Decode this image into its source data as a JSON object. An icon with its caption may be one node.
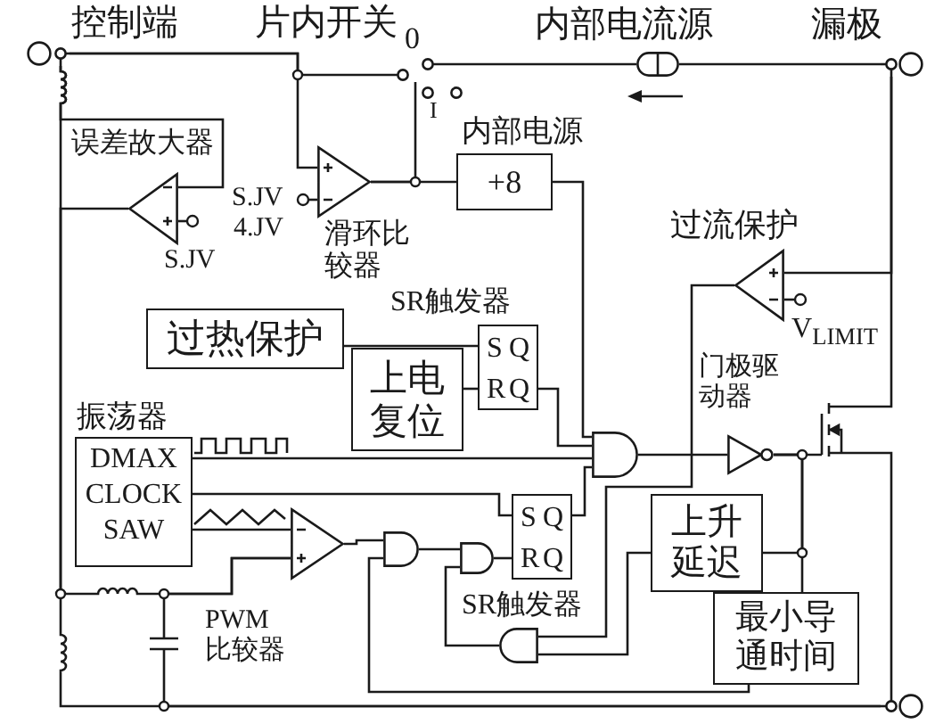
{
  "diagram": {
    "nodes": [
      {
        "text": [],
        "shape": "circle",
        "beside": [
          "控制端"
        ]
      },
      {
        "text": [],
        "shape": "switch",
        "beside": [
          "片内开关",
          "0",
          "I"
        ]
      },
      {
        "text": [],
        "shape": "oval",
        "beside": [
          "内部电流源"
        ]
      },
      {
        "text": [],
        "shape": "circle",
        "beside": [
          "漏极"
        ]
      },
      {
        "text": [],
        "shape": "triangle",
        "beside": [
          "误差故大器"
        ]
      },
      {
        "text": [],
        "shape": "triangle",
        "beside": [
          "滑环比较器"
        ]
      },
      {
        "text": [
          "内部电源",
          "+8"
        ]
      },
      {
        "text": [],
        "shape": "triangle",
        "beside": [
          "过流保护"
        ]
      },
      {
        "text": [
          "过热保护"
        ]
      },
      {
        "text": [
          "S",
          "Q",
          "R",
          "Q"
        ],
        "beside": [
          "SR触发器"
        ]
      },
      {
        "text": [
          "上电复位"
        ]
      },
      {
        "text": [
          "振荡器",
          "DMAX",
          "CLOCK",
          "SAW"
        ]
      },
      {
        "text": [],
        "shape": "gate"
      },
      {
        "text": [],
        "shape": "triangle",
        "beside": [
          "门极驱动器"
        ]
      },
      {
        "text": [],
        "shape": "transistor"
      },
      {
        "text": [],
        "shape": "triangle",
        "beside": [
          "PWM比较器"
        ]
      },
      {
        "text": [
          "S",
          "Q",
          "R",
          "Q"
        ],
        "beside": [
          "SR触发器"
        ]
      },
      {
        "text": [],
        "shape": "gate"
      },
      {
        "text": [],
        "shape": "gate"
      },
      {
        "text": [
          "上升延迟"
        ]
      },
      {
        "text": [],
        "shape": "gate"
      },
      {
        "text": [
          "最小导通时间"
        ]
      },
      {
        "text": [],
        "shape": "capacitor"
      },
      {
        "text": [],
        "shape": "circle"
      }
    ],
    "edges": [
      {
        "from": 0,
        "to": 5,
        "arrow": "none"
      },
      {
        "from": 0,
        "to": 4,
        "arrow": "none"
      },
      {
        "from": 4,
        "to": 15,
        "arrow": "none"
      },
      {
        "from": 5,
        "to": 6,
        "arrow": "none"
      },
      {
        "from": 8,
        "to": 9,
        "arrow": "none"
      },
      {
        "from": 10,
        "to": 9,
        "arrow": "none"
      },
      {
        "from": 6,
        "to": 12,
        "arrow": "none"
      },
      {
        "from": 9,
        "to": 12,
        "arrow": "none"
      },
      {
        "from": 11,
        "to": 12,
        "arrow": "none"
      },
      {
        "from": 11,
        "to": 16,
        "arrow": "none"
      },
      {
        "from": 16,
        "to": 12,
        "arrow": "none"
      },
      {
        "from": 11,
        "to": 15,
        "arrow": "none"
      },
      {
        "from": 15,
        "to": 17,
        "arrow": "none"
      },
      {
        "from": 17,
        "to": 18,
        "arrow": "none"
      },
      {
        "from": 18,
        "to": 16,
        "arrow": "none"
      },
      {
        "from": 12,
        "to": 13,
        "arrow": "none"
      },
      {
        "from": 13,
        "to": 14,
        "arrow": "none"
      },
      {
        "from": 13,
        "to": 19,
        "arrow": "none"
      },
      {
        "from": 13,
        "to": 21,
        "arrow": "none"
      },
      {
        "from": 7,
        "to": 20,
        "arrow": "none"
      },
      {
        "from": 19,
        "to": 20,
        "arrow": "none"
      },
      {
        "from": 20,
        "to": 18,
        "arrow": "none"
      },
      {
        "from": 21,
        "to": 17,
        "arrow": "none"
      },
      {
        "from": 3,
        "to": 2,
        "arrow": "none"
      },
      {
        "from": 3,
        "to": 7,
        "arrow": "none"
      },
      {
        "from": 3,
        "to": 14,
        "arrow": "none"
      },
      {
        "from": 14,
        "to": 23,
        "arrow": "none"
      },
      {
        "from": 0,
        "to": 1,
        "arrow": "none"
      },
      {
        "from": 2,
        "to": 1,
        "arrow": "none"
      },
      {
        "from": 5,
        "to": 1,
        "arrow": "none"
      },
      {
        "from": 0,
        "to": 23,
        "arrow": "none"
      },
      {
        "from": 22,
        "to": 15,
        "arrow": "none"
      },
      {
        "from": 22,
        "to": 23,
        "arrow": "none"
      }
    ],
    "labels": [
      "S.JV",
      "4.JV",
      "S.JV",
      "V$_{LIMIT}$"
    ]
  }
}
